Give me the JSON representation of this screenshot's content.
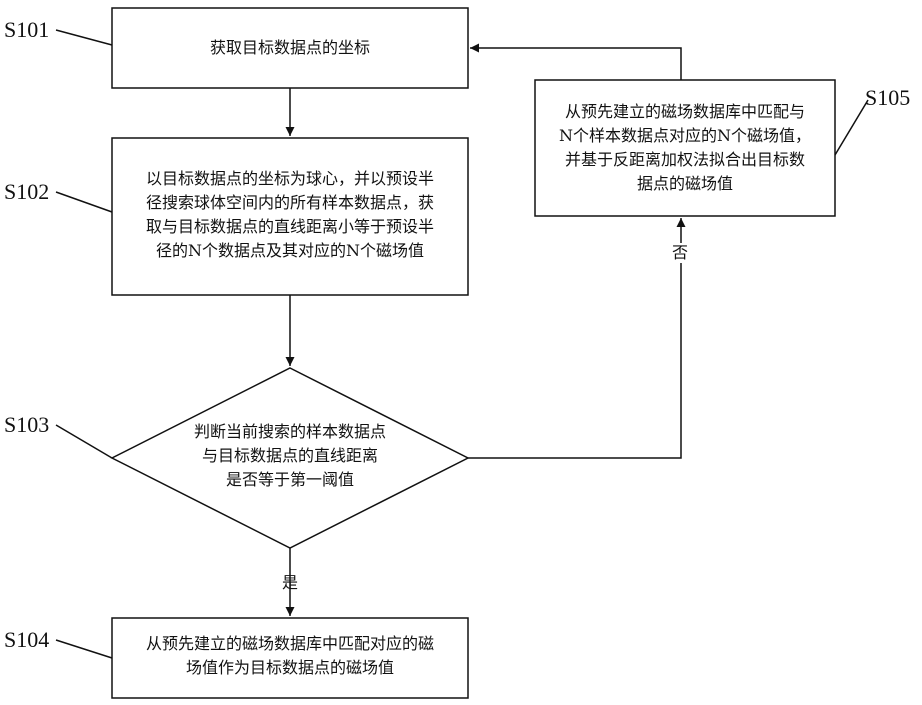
{
  "steps": {
    "s101": {
      "label": "S101",
      "text": "获取目标数据点的坐标"
    },
    "s102": {
      "label": "S102",
      "text": "以目标数据点的坐标为球心，并以预设半\n径搜索球体空间内的所有样本数据点，获\n取与目标数据点的直线距离小等于预设半\n径的N个数据点及其对应的N个磁场值"
    },
    "s103": {
      "label": "S103",
      "text": "判断当前搜索的样本数据点\n与目标数据点的直线距离\n是否等于第一阈值"
    },
    "s104": {
      "label": "S104",
      "text": "从预先建立的磁场数据库中匹配对应的磁\n场值作为目标数据点的磁场值"
    },
    "s105": {
      "label": "S105",
      "text": "从预先建立的磁场数据库中匹配与\nN个样本数据点对应的N个磁场值，\n并基于反距离加权法拟合出目标数\n据点的磁场值"
    }
  },
  "branches": {
    "yes": "是",
    "no": "否"
  }
}
